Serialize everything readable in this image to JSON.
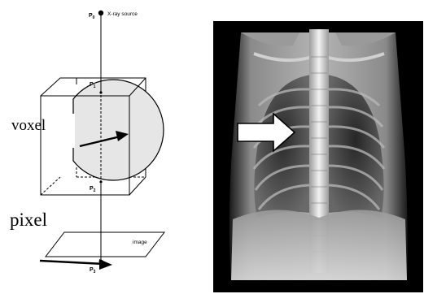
{
  "diagram": {
    "labels": {
      "source_point": "P",
      "source_sub": "0",
      "source_caption": "X-ray source",
      "entry_point": "P",
      "entry_sub": "1",
      "exit_point": "P",
      "exit_sub": "2",
      "image_point": "P",
      "image_sub": "3",
      "voxel": "voxel",
      "pixel": "pixel",
      "image": "image"
    }
  },
  "colors": {
    "line": "#000000",
    "sphere_fill": "#e6e6e6",
    "xray_background": "#000000",
    "arrow_fill": "#ffffff"
  }
}
